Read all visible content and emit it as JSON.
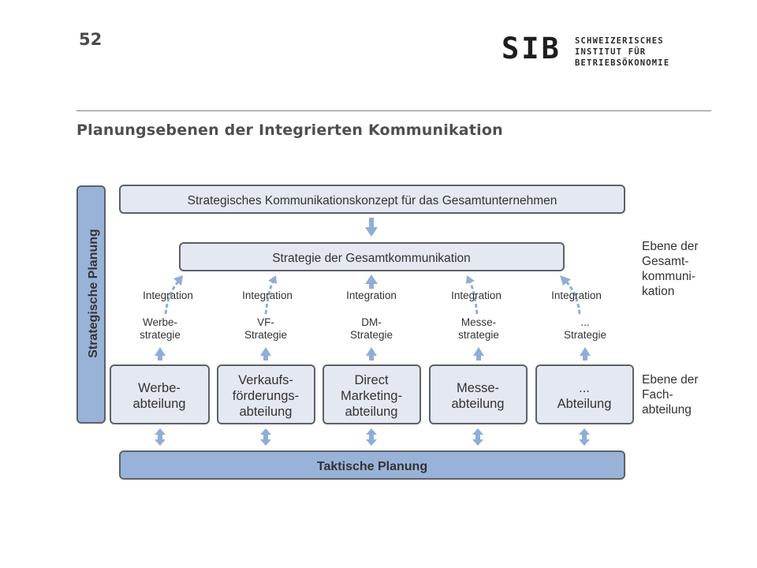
{
  "header": {
    "page_number": "52",
    "logo_mark": "SIB",
    "logo_lines": [
      "SCHWEIZERISCHES",
      "INSTITUT FÜR",
      "BETRIEBSÖKONOMIE"
    ],
    "title": "Planungsebenen der Integrierten Kommunikation"
  },
  "diagram": {
    "left_bar_label": "Strategische Planung",
    "top_box": "Strategisches Kommunikationskonzept für das Gesamtunternehmen",
    "middle_box": "Strategie der Gesamtkommunikation",
    "bottom_box": "Taktische Planung",
    "columns": [
      {
        "integration": "Integration",
        "strategy": [
          "Werbe-",
          "strategie"
        ],
        "department": [
          "Werbe-",
          "abteilung"
        ]
      },
      {
        "integration": "Integration",
        "strategy": [
          "VF-",
          "Strategie"
        ],
        "department": [
          "Verkaufs-",
          "förderungs-",
          "abteilung"
        ]
      },
      {
        "integration": "Integration",
        "strategy": [
          "DM-",
          "Strategie"
        ],
        "department": [
          "Direct",
          "Marketing-",
          "abteilung"
        ]
      },
      {
        "integration": "Integration",
        "strategy": [
          "Messe-",
          "strategie"
        ],
        "department": [
          "Messe-",
          "abteilung"
        ]
      },
      {
        "integration": "Integration",
        "strategy": [
          "...",
          "Strategie"
        ],
        "department": [
          "...",
          "Abteilung"
        ]
      }
    ],
    "level_labels": [
      [
        "Ebene der",
        "Gesamt-",
        "kommuni-",
        "kation"
      ],
      [
        "Ebene der",
        "Fach-",
        "abteilung"
      ]
    ],
    "colors": {
      "box_fill": "#e4e8f1",
      "accent_fill": "#99b2d8",
      "arrow": "#8fadd8",
      "stroke": "#5d6168"
    }
  }
}
